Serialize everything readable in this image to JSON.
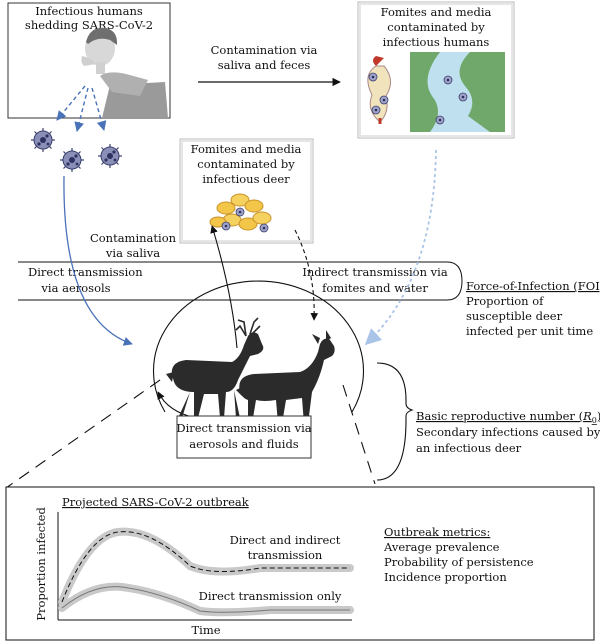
{
  "humans_box": {
    "label_line1": "Infectious humans",
    "label_line2": "shedding SARS-CoV-2"
  },
  "fomites_humans_box": {
    "line1": "Fomites and media",
    "line2": "contaminated by",
    "line3": "infectious humans"
  },
  "fomites_deer_box": {
    "line1": "Fomites and media",
    "line2": "contaminated by",
    "line3": "infectious deer"
  },
  "arrows": {
    "saliva_feces_line1": "Contamination via",
    "saliva_feces_line2": "saliva and feces",
    "saliva_line1": "Contamination",
    "saliva_line2": "via saliva"
  },
  "foi_band": {
    "direct_line1": "Direct transmission",
    "direct_line2": "via aerosols",
    "indirect_line1": "Indirect transmission via",
    "indirect_line2": "fomites and water"
  },
  "foi_note": {
    "title": "Force-of-Infection (FOI):",
    "line1": "Proportion of",
    "line2": "susceptible deer",
    "line3": "infected per unit time"
  },
  "deer_box": {
    "line1": "Direct transmission via",
    "line2": "aerosols and fluids"
  },
  "r0_note": {
    "title_prefix": "Basic reproductive number (",
    "title_symbol": "R",
    "title_subscript": "0",
    "title_suffix": "):",
    "line1": "Secondary infections caused by",
    "line2": "an infectious deer"
  },
  "outbreak_panel": {
    "title": "Projected SARS-CoV-2 outbreak",
    "ylabel": "Proportion infected",
    "xlabel": "Time",
    "curve1_label_line1": "Direct and indirect",
    "curve1_label_line2": "transmission",
    "curve2_label": "Direct transmission only",
    "metrics_title": "Outbreak metrics:",
    "metrics": [
      "Average prevalence",
      "Probability of persistence",
      "Incidence proportion"
    ]
  },
  "colors": {
    "blue_arrow": "#4a72b8",
    "light_blue_arrow": "#a9c4e6",
    "deer": "#2b2b2b",
    "grass": "#6fa86a",
    "water": "#bfe0ee",
    "curve_band": "#c9c9c9"
  }
}
